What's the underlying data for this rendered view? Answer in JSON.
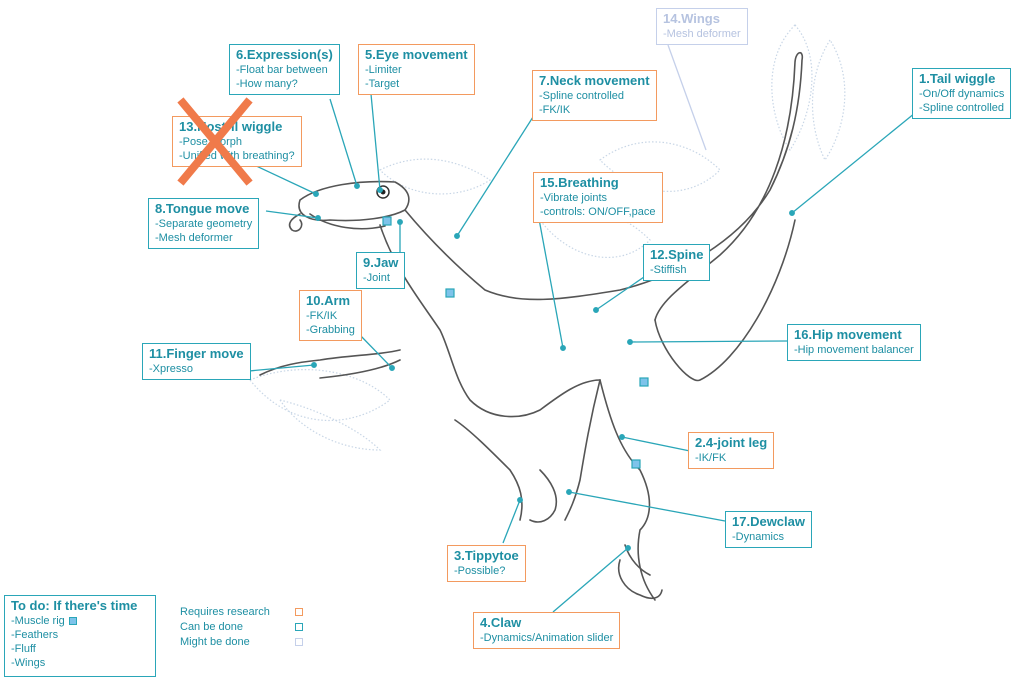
{
  "labels": {
    "tail": {
      "title": "1.Tail wiggle",
      "lines": [
        "-On/Off dynamics",
        "-Spline controlled"
      ]
    },
    "leg": {
      "title": "2.4-joint leg",
      "lines": [
        "-IK/FK"
      ]
    },
    "tippytoe": {
      "title": "3.Tippytoe",
      "lines": [
        "-Possible?"
      ]
    },
    "claw": {
      "title": "4.Claw",
      "lines": [
        "-Dynamics/Animation  slider"
      ]
    },
    "eye": {
      "title": "5.Eye movement",
      "lines": [
        "-Limiter",
        "-Target"
      ]
    },
    "expression": {
      "title": "6.Expression(s)",
      "lines": [
        "-Float bar between",
        "-How many?"
      ]
    },
    "neck": {
      "title": "7.Neck movement",
      "lines": [
        "-Spline controlled",
        "-FK/IK"
      ]
    },
    "tongue": {
      "title": "8.Tongue move",
      "lines": [
        "-Separate geometry",
        "-Mesh deformer"
      ]
    },
    "jaw": {
      "title": "9.Jaw",
      "lines": [
        "-Joint"
      ]
    },
    "arm": {
      "title": "10.Arm",
      "lines": [
        "-FK/IK",
        "-Grabbing"
      ]
    },
    "finger": {
      "title": "11.Finger move",
      "lines": [
        "-Xpresso"
      ]
    },
    "spine": {
      "title": "12.Spine",
      "lines": [
        "-Stiffish"
      ]
    },
    "nostril": {
      "title": "13.Nostril wiggle",
      "lines": [
        "-Pose morph",
        "-Unified with breathing?"
      ]
    },
    "wings": {
      "title": "14.Wings",
      "lines": [
        "-Mesh deformer"
      ]
    },
    "breathing": {
      "title": "15.Breathing",
      "lines": [
        "-Vibrate joints",
        "-controls: ON/OFF,pace"
      ]
    },
    "hip": {
      "title": "16.Hip movement",
      "lines": [
        "-Hip movement balancer"
      ]
    },
    "dewclaw": {
      "title": "17.Dewclaw",
      "lines": [
        "-Dynamics"
      ]
    }
  },
  "todo": {
    "title": "To do: If there's time",
    "lines": [
      "-Muscle rig",
      "-Feathers",
      "-Fluff",
      "-Wings"
    ]
  },
  "legend": [
    {
      "label": "Requires research",
      "color": "#f39a5f"
    },
    {
      "label": "Can be done",
      "color": "#2aa6b8"
    },
    {
      "label": "Might be done",
      "color": "#c5d0ea"
    }
  ],
  "colors": {
    "teal": "#2aa6b8",
    "orange": "#f39a5f",
    "lavender": "#c5d0ea",
    "cross": "#f07a4a",
    "muscle": "#7ec3ea"
  }
}
